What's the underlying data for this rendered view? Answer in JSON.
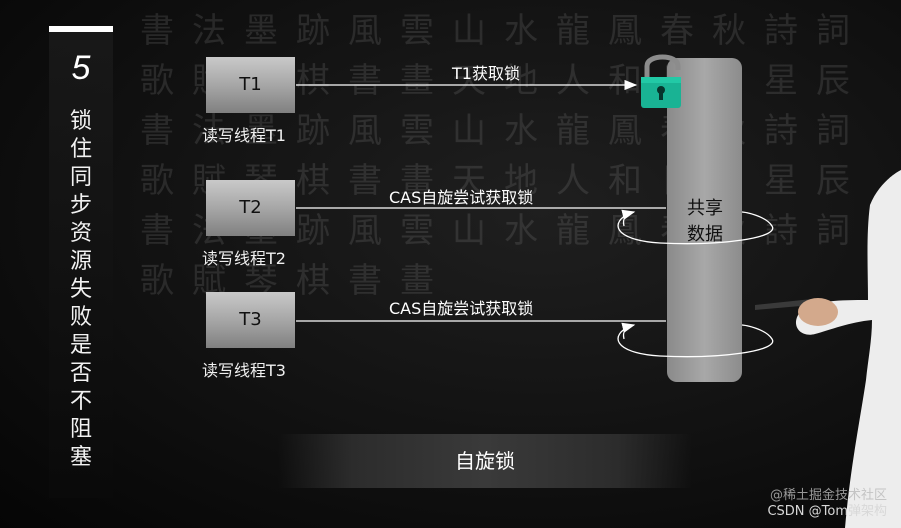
{
  "badge": {
    "number": "5",
    "title": "锁住同步资源失败是否不阻塞"
  },
  "threads": [
    {
      "box_label": "T1",
      "caption": "读写线程T1",
      "action": "T1获取锁"
    },
    {
      "box_label": "T2",
      "caption": "读写线程T2",
      "action": "CAS自旋尝试获取锁"
    },
    {
      "box_label": "T3",
      "caption": "读写线程T3",
      "action": "CAS自旋尝试获取锁"
    }
  ],
  "shared_data": {
    "label": "共享数据"
  },
  "banner": {
    "text": "自旋锁"
  },
  "watermark": {
    "line1": "@稀土掘金技术社区",
    "line2": "CSDN @Tom弹架构"
  },
  "colors": {
    "lock_body": "#19b394",
    "box_fill": "#b3b3b3",
    "shared_fill": "#9c9c9c"
  },
  "icons": [
    "lock-icon"
  ]
}
